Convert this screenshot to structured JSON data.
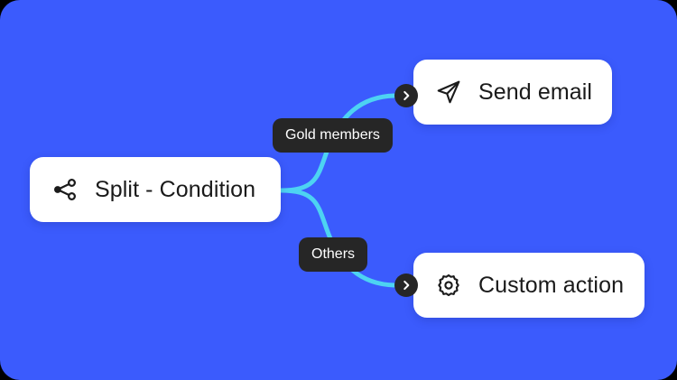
{
  "canvas": {
    "background_color": "#3B5BFD",
    "connector_color": "#4DD3F2",
    "card_color": "#FFFFFF",
    "pill_color": "#262626",
    "text_color": "#1A1A1A"
  },
  "nodes": [
    {
      "id": "split-condition",
      "label": "Split - Condition",
      "icon": "share-nodes-icon"
    },
    {
      "id": "send-email",
      "label": "Send email",
      "icon": "paper-plane-icon"
    },
    {
      "id": "custom-action",
      "label": "Custom action",
      "icon": "gear-icon"
    }
  ],
  "branches": [
    {
      "id": "gold-members",
      "label": "Gold members",
      "from": "split-condition",
      "to": "send-email"
    },
    {
      "id": "others",
      "label": "Others",
      "from": "split-condition",
      "to": "custom-action"
    }
  ],
  "ports": [
    {
      "id": "send-email-input",
      "icon": "chevron-right-icon"
    },
    {
      "id": "custom-action-input",
      "icon": "chevron-right-icon"
    }
  ]
}
